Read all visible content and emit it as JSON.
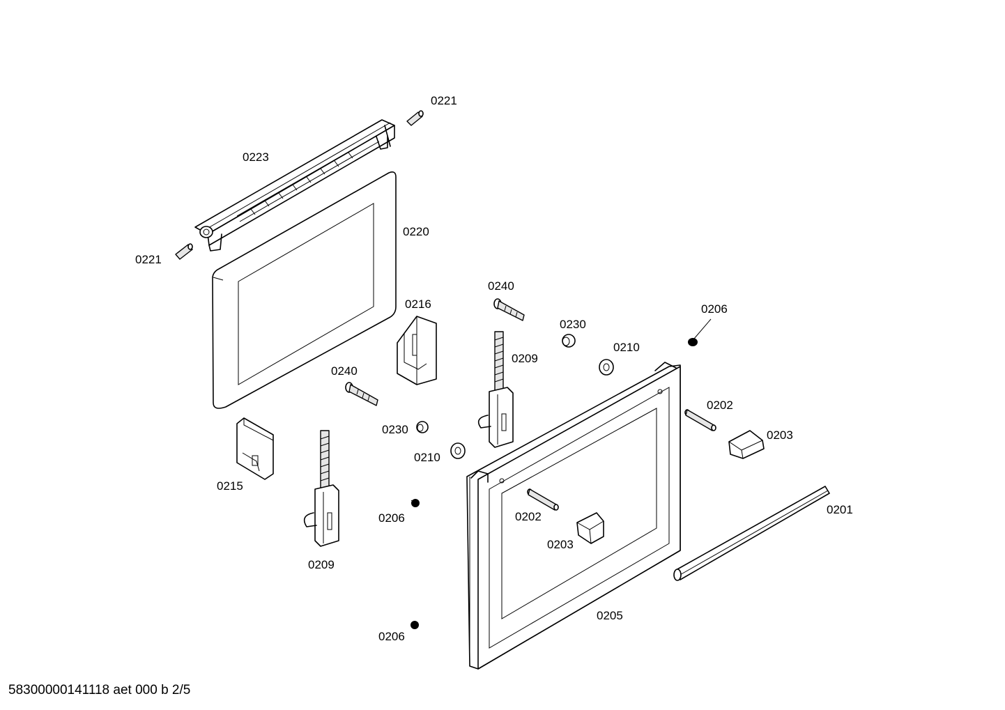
{
  "document_id": "58300000141118 aet 000 b 2/5",
  "part_labels": {
    "p0221_top": "0221",
    "p0223": "0223",
    "p0220": "0220",
    "p0221_left": "0221",
    "p0216": "0216",
    "p0240_top": "0240",
    "p0209_top": "0209",
    "p0230_top": "0230",
    "p0210_top": "0210",
    "p0206_top": "0206",
    "p0240_left": "0240",
    "p0230_mid": "0230",
    "p0202_right": "0202",
    "p0203_right": "0203",
    "p0210_mid": "0210",
    "p0215": "0215",
    "p0201": "0201",
    "p0206_mid": "0206",
    "p0202_mid": "0202",
    "p0203_mid": "0203",
    "p0209_bottom": "0209",
    "p0205": "0205",
    "p0206_bottom": "0206"
  }
}
